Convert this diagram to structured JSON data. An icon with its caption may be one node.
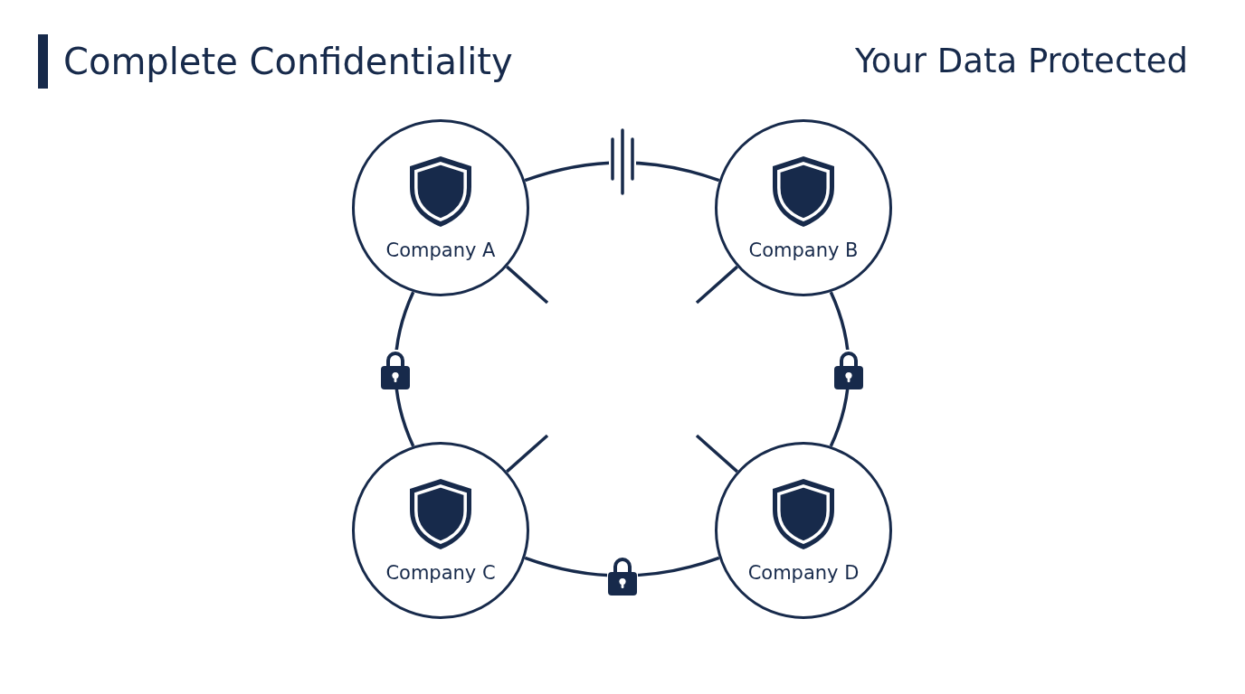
{
  "diagram": {
    "title": "Complete Confidentiality",
    "nodes": [
      {
        "text": [
          "Company A"
        ]
      },
      {
        "text": [
          "Company B"
        ]
      },
      {
        "text": [
          "Company C"
        ]
      },
      {
        "text": [
          "Company D"
        ]
      }
    ],
    "edges": [
      {
        "from": 0,
        "to": 1,
        "arrow": "none"
      },
      {
        "from": 0,
        "to": 2,
        "arrow": "none"
      },
      {
        "from": 1,
        "to": 3,
        "arrow": "none"
      },
      {
        "from": 2,
        "to": 3,
        "arrow": "none"
      },
      {
        "from": 0,
        "to": null,
        "arrow": "none"
      },
      {
        "from": 1,
        "to": null,
        "arrow": "none"
      },
      {
        "from": 2,
        "to": null,
        "arrow": "none"
      },
      {
        "from": 3,
        "to": null,
        "arrow": "none"
      }
    ],
    "labels": [
      "Your Data Protected"
    ]
  }
}
